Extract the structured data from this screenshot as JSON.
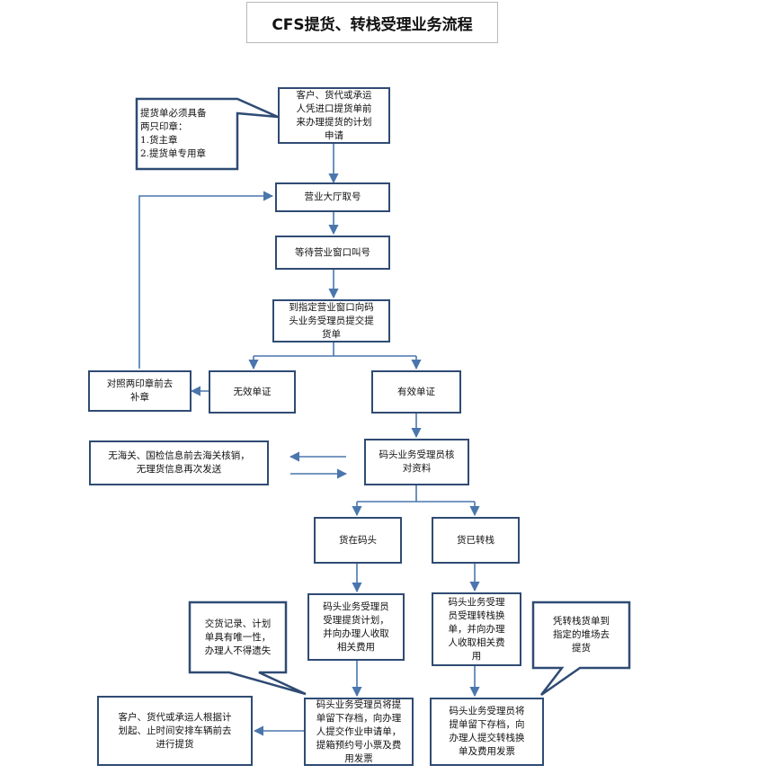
{
  "title": "CFS提货、转栈受理业务流程",
  "nodes": {
    "customer_apply": "客户、货代或承运\n人凭进口提货单前\n来办理提货的计划\n申请",
    "seal_note": "提货单必须具备\n两只印章：\n1.货主章\n2.提货单专用章",
    "take_number": "营业大厅取号",
    "wait_call": "等待营业窗口叫号",
    "submit_bill": "到指定营业窗口向码\n头业务受理员提交提\n货单",
    "invalid": "无效单证",
    "reseal": "对照两印章前去\n补章",
    "valid": "有效单证",
    "customs_info": "无海关、国检信息前去海关核销，\n无理货信息再次发送",
    "check_data": "码头业务受理员核\n对资料",
    "at_wharf": "货在码头",
    "transferred": "货已转栈",
    "accept_plan": "码头业务受理员\n受理提货计划，\n并向办理人收取\n相关费用",
    "accept_transfer": "码头业务受理\n员受理转栈换\n单，并向办理\n人收取相关费\n用",
    "record_note": "交货记录、计划\n单具有唯一性，\n办理人不得遗失",
    "transfer_note": "凭转栈货单到\n指定的堆场去\n提货",
    "wharf_print": "码头业务受理员将提\n单留下存档，向办理\n人提交作业申请单，\n提箱预约号小票及费\n用发票",
    "transfer_print": "码头业务受理员将\n提单留下存档，向\n办理人提交转栈换\n单及费用发票",
    "customer_pickup": "客户、货代或承运人根据计\n划起、止时间安排车辆前去\n进行提货"
  }
}
